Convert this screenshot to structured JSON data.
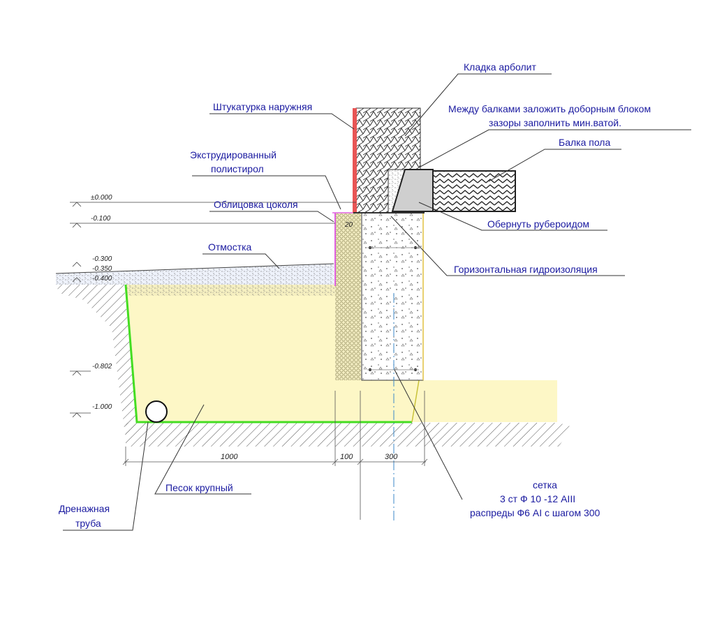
{
  "labels": {
    "kladka": "Кладка арболит",
    "shtukaturka": "Штукатурка наружняя",
    "mezhdu_line1": "Между балками заложить доборным блоком",
    "mezhdu_line2": "зазоры заполнить мин.ватой.",
    "balka": "Балка пола",
    "eps_line1": "Экструдированный",
    "eps_line2": "полистирол",
    "oblicovka": "Облицовка цоколя",
    "obernut": "Обернуть рубероидом",
    "otmostka": "Отмостка",
    "gidroizol": "Горизонтальная гидроизоляция",
    "pesok": "Песок крупный",
    "drenazh_line1": "Дренажная",
    "drenazh_line2": "труба",
    "setka_line1": "сетка",
    "setka_line2": "3 ст Ф 10 -12 АIII",
    "setka_line3": "распреды Ф6 АI с шагом 300"
  },
  "levels": [
    "±0.000",
    "-0.100",
    "-0.300",
    "-0.350",
    "-0.400",
    "-0.802",
    "-1.000"
  ],
  "dimensions": [
    "1000",
    "100",
    "300"
  ],
  "inner_dim": "20",
  "colors": {
    "label_text": "#1a1aa0",
    "sand_fill": "#fdf7c6",
    "drain_outline": "#44dd22",
    "plaster": "#e85555",
    "facing": "#e060e0"
  }
}
